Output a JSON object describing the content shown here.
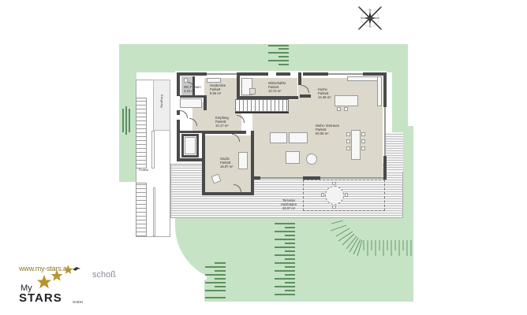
{
  "plan": {
    "floor_name_fragment": "schoß",
    "rooms": [
      {
        "id": "wc",
        "name": "WC",
        "sub": "Fliesen",
        "area": "2.22 m²"
      },
      {
        "id": "garderobe",
        "name": "Garderobe",
        "sub": "Parkett",
        "area": "8.55 m²"
      },
      {
        "id": "wirtschaft",
        "name": "Wirtschaftsr.",
        "sub": "Parkett",
        "area": "10.72 m²"
      },
      {
        "id": "kueche",
        "name": "Küche",
        "sub": "Parkett",
        "area": "14.46 m²"
      },
      {
        "id": "empfang",
        "name": "Empfang",
        "sub": "Parkett",
        "area": "10.17 m²"
      },
      {
        "id": "wohnen",
        "name": "Wohn- Essraum",
        "sub": "Parkett",
        "area": "60.06 m²"
      },
      {
        "id": "studio",
        "name": "Studio",
        "sub": "Parkett",
        "area": "16.97 m²"
      },
      {
        "id": "terrasse",
        "name": "Terrasse",
        "sub": "Holzboden",
        "area": "43.07 m²"
      }
    ],
    "labels": {
      "entrance": "Eingang",
      "landing": "Podest"
    },
    "compass": "compass-rose"
  },
  "branding": {
    "url": "www.my-stars.at",
    "my": "My",
    "stars": "STARS",
    "gmbh": "GmbH",
    "accent_color": "#b8942a"
  },
  "colors": {
    "lawn": "#c6e3c6",
    "wall": "#4a4a4a",
    "floor": "#ddd8cc",
    "deck": "#f4f4f4"
  }
}
